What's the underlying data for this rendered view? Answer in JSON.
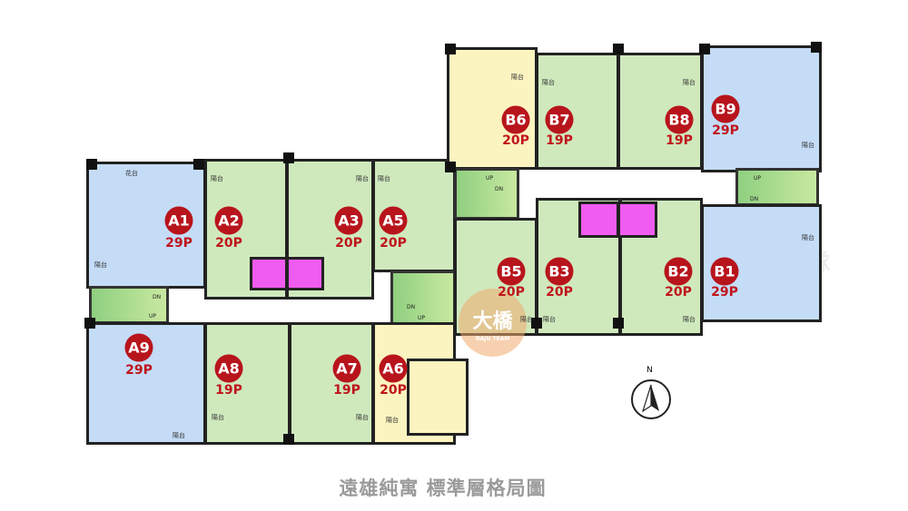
{
  "title": "遠雄純寓 標準層格局圖",
  "watermark": "大橋團隊",
  "logo": {
    "text": "大橋",
    "subtext": "DAJU TEAM"
  },
  "compass": {
    "label": "N"
  },
  "room_labels": {
    "balcony": "陽台",
    "planter": "花台",
    "up": "UP",
    "down": "DN"
  },
  "colors": {
    "badge": "#b8141c",
    "large_unit": "#c4dcf6",
    "standard_unit": "#cfe9bd",
    "corner_unit": "#fbf4c0",
    "elevator": "#f05cf0",
    "stair": "#8fd080"
  },
  "units": {
    "A1": {
      "id": "A1",
      "size": "29P"
    },
    "A2": {
      "id": "A2",
      "size": "20P"
    },
    "A3": {
      "id": "A3",
      "size": "20P"
    },
    "A5": {
      "id": "A5",
      "size": "20P"
    },
    "A6": {
      "id": "A6",
      "size": "20P"
    },
    "A7": {
      "id": "A7",
      "size": "19P"
    },
    "A8": {
      "id": "A8",
      "size": "19P"
    },
    "A9": {
      "id": "A9",
      "size": "29P"
    },
    "B1": {
      "id": "B1",
      "size": "29P"
    },
    "B2": {
      "id": "B2",
      "size": "20P"
    },
    "B3": {
      "id": "B3",
      "size": "20P"
    },
    "B5": {
      "id": "B5",
      "size": "20P"
    },
    "B6": {
      "id": "B6",
      "size": "20P"
    },
    "B7": {
      "id": "B7",
      "size": "19P"
    },
    "B8": {
      "id": "B8",
      "size": "19P"
    },
    "B9": {
      "id": "B9",
      "size": "29P"
    }
  }
}
